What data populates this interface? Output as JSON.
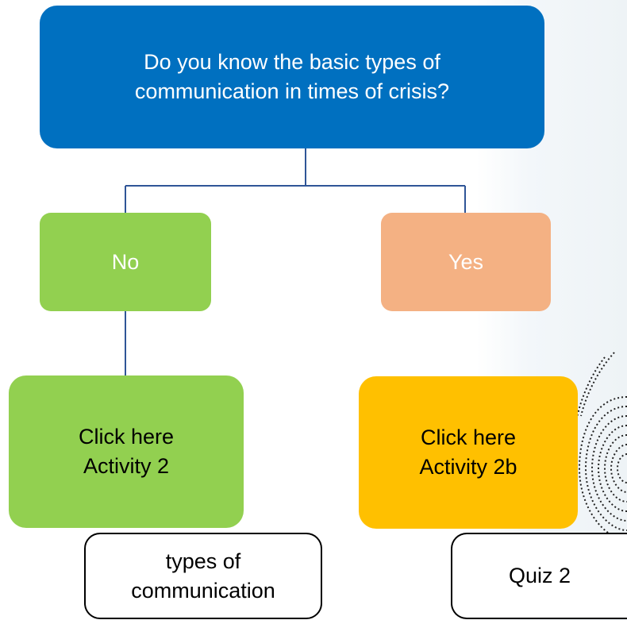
{
  "question": "Do you know the basic types of communication in times of crisis?",
  "answers": {
    "no": "No",
    "yes": "Yes"
  },
  "activity_no": {
    "line1": "Click here",
    "line2": "Activity 2"
  },
  "activity_yes": {
    "line1": "Click here",
    "line2": "Activity 2b"
  },
  "links": {
    "types": "types of communication",
    "quiz": "Quiz 2"
  },
  "colors": {
    "question_fill": "#0070c0",
    "no_fill": "#92d050",
    "yes_fill": "#f4b183",
    "activity_no_fill": "#92d050",
    "activity_yes_fill": "#ffc000",
    "connector": "#2f5597"
  }
}
